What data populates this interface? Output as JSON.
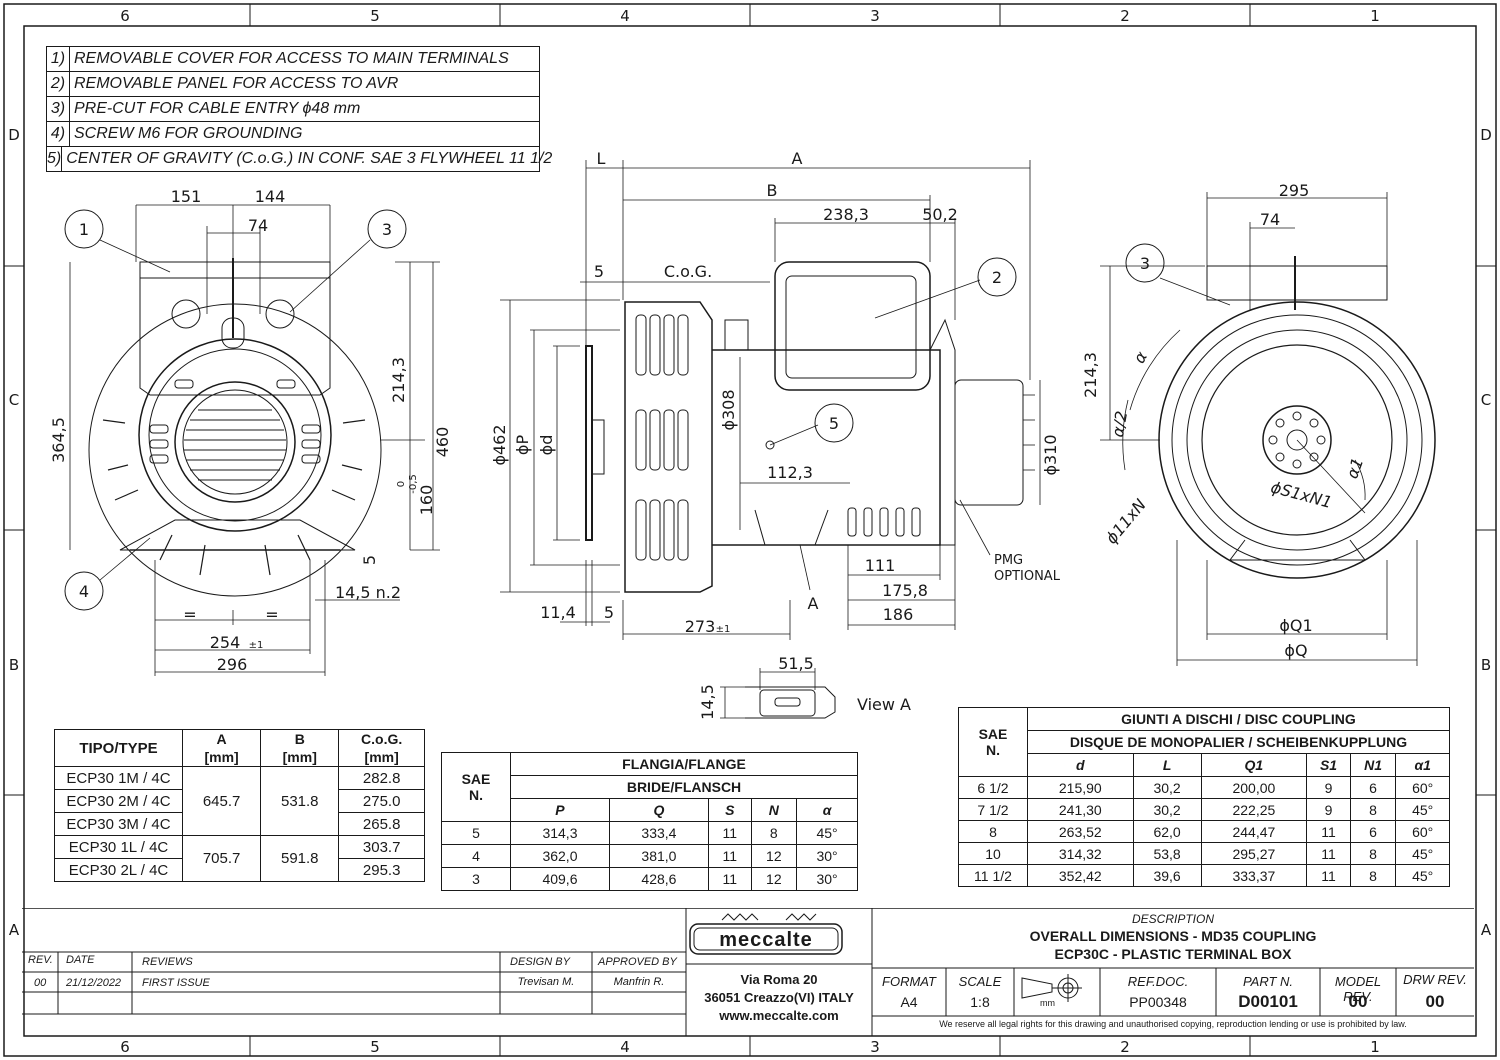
{
  "frame": {
    "columns_top": [
      "6",
      "5",
      "4",
      "3",
      "2",
      "1"
    ],
    "columns_bottom": [
      "6",
      "5",
      "4",
      "3",
      "2",
      "1"
    ],
    "rows_left": [
      "D",
      "C",
      "B",
      "A"
    ],
    "rows_right": [
      "D",
      "C",
      "B",
      "A"
    ]
  },
  "notes": [
    {
      "num": "1)",
      "text": "REMOVABLE COVER FOR ACCESS TO MAIN TERMINALS"
    },
    {
      "num": "2)",
      "text": "REMOVABLE PANEL FOR ACCESS TO AVR"
    },
    {
      "num": "3)",
      "text": "PRE-CUT FOR CABLE ENTRY ϕ48 mm"
    },
    {
      "num": "4)",
      "text": "SCREW M6 FOR GROUNDING"
    },
    {
      "num": "5)",
      "text": "CENTER OF GRAVITY (C.o.G.) IN CONF. SAE 3 FLYWHEEL 11 1/2"
    }
  ],
  "front_view": {
    "dims": {
      "d151": "151",
      "d144": "144",
      "d74": "74",
      "d364": "364,5",
      "d214": "214,3",
      "d460": "460",
      "d160": "160",
      "d160tol_top": "0",
      "d160tol_bot": "-0,5",
      "d5": "5",
      "d14": "14,5 n.2",
      "deq1": "=",
      "deq2": "=",
      "d254": "254",
      "d254tol": "±1",
      "d296": "296"
    },
    "balloons": [
      "1",
      "3",
      "4"
    ]
  },
  "side_view": {
    "dims": {
      "L": "L",
      "A": "A",
      "B": "B",
      "d238": "238,3",
      "d50": "50,2",
      "d5": "5",
      "cog": "C.o.G.",
      "d462": "ϕ462",
      "dP": "ϕP",
      "dd": "ϕd",
      "d308": "ϕ308",
      "d310": "ϕ310",
      "d112": "112,3",
      "d111": "111",
      "d175": "175,8",
      "d186": "186",
      "d11": "11,4",
      "d5b": "5",
      "d273": "273",
      "d273tol": "±1",
      "secA": "A",
      "pmg1": "PMG",
      "pmg2": "OPTIONAL"
    },
    "balloons": [
      "2",
      "5"
    ]
  },
  "rear_view": {
    "dims": {
      "d295": "295",
      "d74": "74",
      "d214": "214,3",
      "alpha": "α",
      "alpha2": "α/2",
      "alpha1": "α1",
      "s1n1": "ϕS1xN1",
      "d11n": "ϕ11xN",
      "q1": "ϕQ1",
      "q": "ϕQ"
    },
    "balloons": [
      "3"
    ]
  },
  "view_a": {
    "label": "View A",
    "d51": "51,5",
    "d14": "14,5"
  },
  "table_type": {
    "headers": [
      "TIPO/TYPE",
      "A",
      "B",
      "C.o.G."
    ],
    "units": [
      "[mm]",
      "[mm]",
      "[mm]"
    ],
    "rows": [
      {
        "type": "ECP30 1M / 4C",
        "cog": "282.8"
      },
      {
        "type": "ECP30 2M / 4C",
        "cog": "275.0"
      },
      {
        "type": "ECP30 3M / 4C",
        "cog": "265.8"
      },
      {
        "type": "ECP30 1L / 4C",
        "cog": "303.7"
      },
      {
        "type": "ECP30 2L / 4C",
        "cog": "295.3"
      }
    ],
    "groups": [
      {
        "a": "645.7",
        "b": "531.8"
      },
      {
        "a": "705.7",
        "b": "591.8"
      }
    ]
  },
  "table_flange": {
    "sae_header": "SAE",
    "sae_n": "N.",
    "title1": "FLANGIA/FLANGE",
    "title2": "BRIDE/FLANSCH",
    "cols": [
      "P",
      "Q",
      "S",
      "N",
      "α"
    ],
    "rows": [
      [
        "5",
        "314,3",
        "333,4",
        "11",
        "8",
        "45°"
      ],
      [
        "4",
        "362,0",
        "381,0",
        "11",
        "12",
        "30°"
      ],
      [
        "3",
        "409,6",
        "428,6",
        "11",
        "12",
        "30°"
      ]
    ]
  },
  "table_coupling": {
    "sae_header": "SAE",
    "sae_n": "N.",
    "title1": "GIUNTI A DISCHI / DISC COUPLING",
    "title2": "DISQUE DE MONOPALIER / SCHEIBENKUPPLUNG",
    "cols": [
      "d",
      "L",
      "Q1",
      "S1",
      "N1",
      "α1"
    ],
    "rows": [
      [
        "6 1/2",
        "215,90",
        "30,2",
        "200,00",
        "9",
        "6",
        "60°"
      ],
      [
        "7 1/2",
        "241,30",
        "30,2",
        "222,25",
        "9",
        "8",
        "45°"
      ],
      [
        "8",
        "263,52",
        "62,0",
        "244,47",
        "11",
        "6",
        "60°"
      ],
      [
        "10",
        "314,32",
        "53,8",
        "295,27",
        "11",
        "8",
        "45°"
      ],
      [
        "11 1/2",
        "352,42",
        "39,6",
        "333,37",
        "11",
        "8",
        "45°"
      ]
    ]
  },
  "title_block": {
    "rev_h": "REV.",
    "date_h": "DATE",
    "reviews_h": "REVIEWS",
    "design_h": "DESIGN BY",
    "approved_h": "APPROVED BY",
    "rev": "00",
    "date": "21/12/2022",
    "review": "FIRST ISSUE",
    "design": "Trevisan M.",
    "approved": "Manfrin R.",
    "logo": "meccalte",
    "addr1": "Via Roma 20",
    "addr2": "36051 Creazzo(VI) ITALY",
    "addr3": "www.meccalte.com",
    "desc_h": "DESCRIPTION",
    "desc1": "OVERALL DIMENSIONS - MD35 COUPLING",
    "desc2": "ECP30C - PLASTIC TERMINAL BOX",
    "format_h": "FORMAT",
    "format": "A4",
    "scale_h": "SCALE",
    "scale": "1:8",
    "mm": "mm",
    "refdoc_h": "REF.DOC.",
    "refdoc": "PP00348",
    "part_h": "PART N.",
    "part": "D00101",
    "model_h": "MODEL REV.",
    "model": "00",
    "drw_h": "DRW REV.",
    "drw": "00",
    "rights": "We reserve all legal rights for this drawing and unauthorised copying, reproduction lending or use is prohibited by law."
  }
}
